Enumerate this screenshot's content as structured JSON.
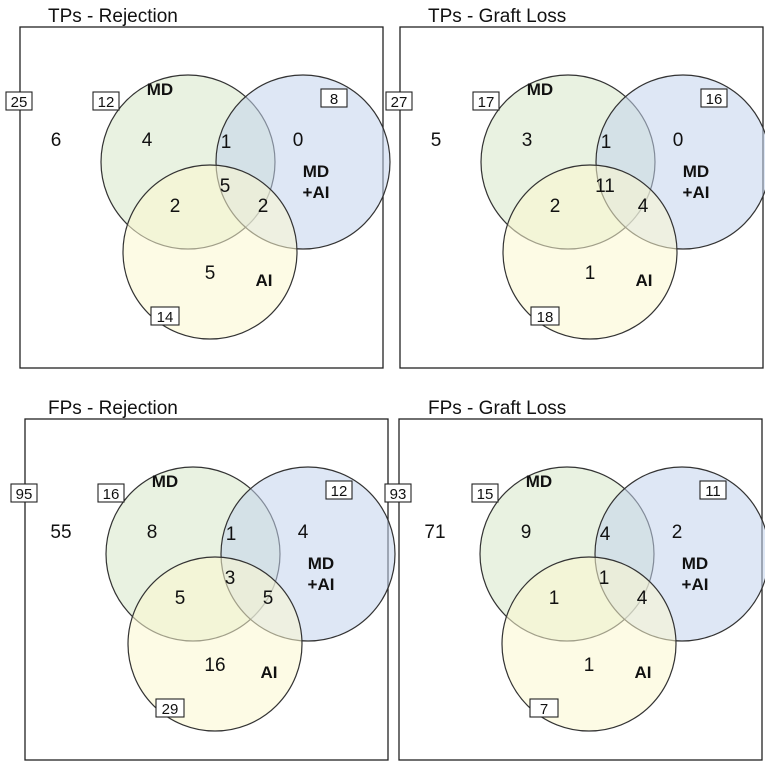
{
  "colors": {
    "md": "#d7e7c9",
    "mdai": "#c2d3ec",
    "ai": "#fbf7cf"
  },
  "panels": [
    {
      "title": "TPs - Rejection",
      "outside_total": "25",
      "outside_only": "6",
      "set_labels": {
        "md": "MD",
        "mdai_1": "MD",
        "mdai_2": "+AI",
        "ai": "AI"
      },
      "set_totals": {
        "md": "12",
        "mdai": "8",
        "ai": "14"
      },
      "regions": {
        "md_only": "4",
        "md_mdai": "1",
        "mdai_only": "0",
        "md_ai": "2",
        "all": "5",
        "mdai_ai": "2",
        "ai_only": "5"
      }
    },
    {
      "title": "TPs - Graft Loss",
      "outside_total": "27",
      "outside_only": "5",
      "set_labels": {
        "md": "MD",
        "mdai_1": "MD",
        "mdai_2": "+AI",
        "ai": "AI"
      },
      "set_totals": {
        "md": "17",
        "mdai": "16",
        "ai": "18"
      },
      "regions": {
        "md_only": "3",
        "md_mdai": "1",
        "mdai_only": "0",
        "md_ai": "2",
        "all": "11",
        "mdai_ai": "4",
        "ai_only": "1"
      }
    },
    {
      "title": "FPs - Rejection",
      "outside_total": "95",
      "outside_only": "55",
      "set_labels": {
        "md": "MD",
        "mdai_1": "MD",
        "mdai_2": "+AI",
        "ai": "AI"
      },
      "set_totals": {
        "md": "16",
        "mdai": "12",
        "ai": "29"
      },
      "regions": {
        "md_only": "8",
        "md_mdai": "1",
        "mdai_only": "4",
        "md_ai": "5",
        "all": "3",
        "mdai_ai": "5",
        "ai_only": "16"
      }
    },
    {
      "title": "FPs - Graft Loss",
      "outside_total": "93",
      "outside_only": "71",
      "set_labels": {
        "md": "MD",
        "mdai_1": "MD",
        "mdai_2": "+AI",
        "ai": "AI"
      },
      "set_totals": {
        "md": "15",
        "mdai": "11",
        "ai": "7"
      },
      "regions": {
        "md_only": "9",
        "md_mdai": "4",
        "mdai_only": "2",
        "md_ai": "1",
        "all": "1",
        "mdai_ai": "4",
        "ai_only": "1"
      }
    }
  ]
}
